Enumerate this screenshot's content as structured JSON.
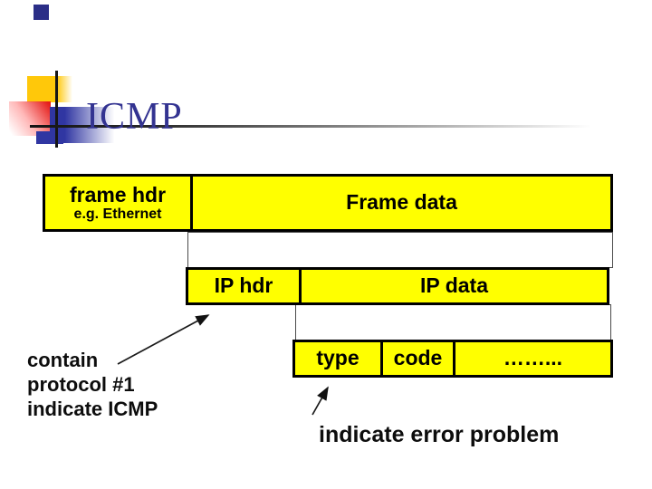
{
  "slide": {
    "title": "ICMP"
  },
  "colors": {
    "box_fill": "#ffff00",
    "box_border": "#000000",
    "title_text": "#333391",
    "accent_yellow": "#ffc80a",
    "accent_red": "#e51d1a",
    "accent_blue": "#3036a2"
  },
  "diagram": {
    "frame_row": {
      "header_line1": "frame hdr",
      "header_line2": "e.g. Ethernet",
      "data": "Frame data"
    },
    "ip_row": {
      "header": "IP hdr",
      "data": "IP data"
    },
    "icmp_row": {
      "type": "type",
      "code": "code",
      "rest": "……..."
    },
    "labels": {
      "protocol_note_line1": "contain",
      "protocol_note_line2": "protocol #1",
      "protocol_note_line3": "indicate ICMP",
      "error_note": "indicate error problem"
    }
  }
}
